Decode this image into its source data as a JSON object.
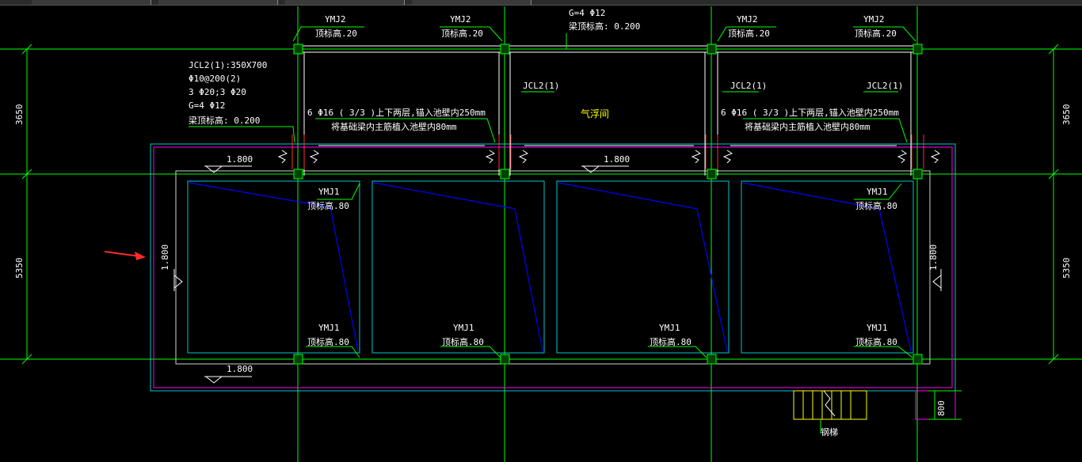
{
  "tabs": [
    "",
    "",
    "",
    ""
  ],
  "colors": {
    "grid": "#00ff00",
    "wall": "#ffffff",
    "pool": "#00c8c8",
    "magenta": "#ff00ff",
    "blue": "#0000ff",
    "leader": "#00ff00",
    "stair": "#ffff00",
    "arrow": "#ff2a2a"
  },
  "labels": {
    "ymj2_1": "YMJ2",
    "ymj2_1_elev": "顶标高.20",
    "ymj2_2": "YMJ2",
    "ymj2_2_elev": "顶标高.20",
    "ymj2_3": "YMJ2",
    "ymj2_3_elev": "顶标高.20",
    "ymj2_4": "YMJ2",
    "ymj2_4_elev": "顶标高.20",
    "top_g": "G=4  Φ12",
    "top_beam": "梁顶标高: 0.200",
    "jcl_main": "JCL2(1):350X700",
    "jcl_line2": "Φ10@200(2)",
    "jcl_line3": "3  Φ20;3   Φ20",
    "jcl_line4": "G=4   Φ12",
    "jcl_line5": "梁顶标高: 0.200",
    "jcl2_a": "JCL2(1)",
    "jcl2_b": "JCL2(1)",
    "jcl2_c": "JCL2(1)",
    "room_name": "气浮间",
    "note_left_1": "6  Φ16 ( 3/3   )上下两层,锚入池壁内250mm",
    "note_left_2": "将基础梁内主筋植入池壁内80mm",
    "note_right_1": "6  Φ16 ( 3/3   )上下两层,锚入池壁内250mm",
    "note_right_2": "将基础梁内主筋植入池壁内80mm",
    "lvl_top_left": "1.800",
    "lvl_top_mid": "1.800",
    "lvl_bot_left": "1.800",
    "lvl_side_left": "1.800",
    "lvl_side_right": "1.800",
    "ymj1_tl": "YMJ1",
    "ymj1_tl_elev": "顶标高.80",
    "ymj1_tr": "YMJ1",
    "ymj1_tr_elev": "顶标高.80",
    "ymj1_b1": "YMJ1",
    "ymj1_b1_elev": "顶标高.80",
    "ymj1_b2": "YMJ1",
    "ymj1_b2_elev": "顶标高.80",
    "ymj1_b3": "YMJ1",
    "ymj1_b3_elev": "顶标高.80",
    "ymj1_b4": "YMJ1",
    "ymj1_b4_elev": "顶标高.80",
    "dim_left_top": "3650",
    "dim_left_bot": "5350",
    "dim_right_top": "3650",
    "dim_right_bot": "5350",
    "dim_stair": "800",
    "stair_label": "钢梯"
  }
}
